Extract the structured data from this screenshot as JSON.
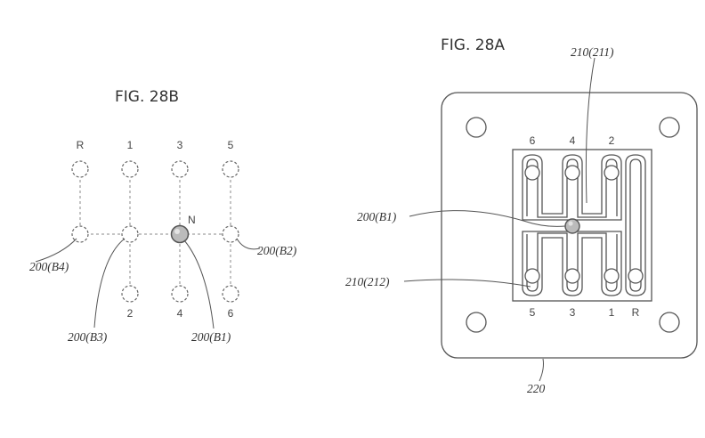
{
  "fig_b": {
    "title": "FIG. 28B",
    "top_labels": [
      "R",
      "1",
      "3",
      "5"
    ],
    "bottom_labels": [
      "2",
      "4",
      "6"
    ],
    "neutral_label": "N",
    "refs": {
      "b4": "200(B4)",
      "b3": "200(B3)",
      "b1": "200(B1)",
      "b2": "200(B2)"
    }
  },
  "fig_a": {
    "title": "FIG. 28A",
    "top_labels": [
      "6",
      "4",
      "2"
    ],
    "bottom_labels": [
      "5",
      "3",
      "1",
      "R"
    ],
    "refs": {
      "r211": "210(211)",
      "b1": "200(B1)",
      "r212": "210(212)",
      "r220": "220"
    }
  }
}
